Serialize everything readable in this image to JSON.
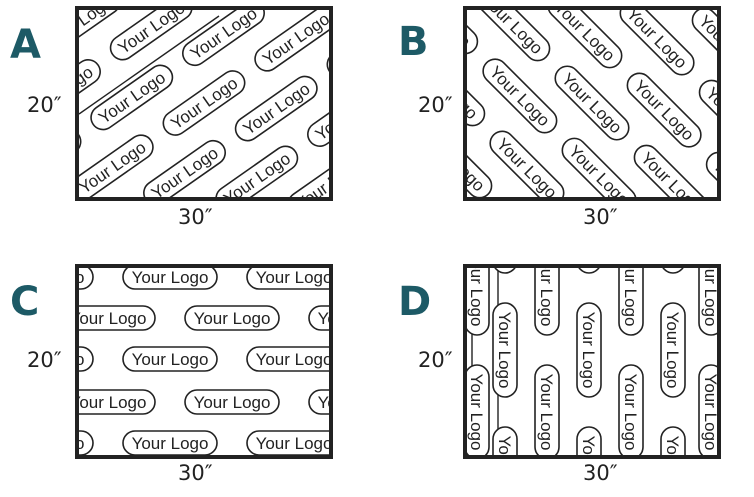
{
  "accent_color": "#1d5a66",
  "logo_text": "Your Logo",
  "panels": [
    {
      "letter": "A",
      "width": "30″",
      "height": "20″",
      "orientation": "diagonal-up"
    },
    {
      "letter": "B",
      "width": "30″",
      "height": "20″",
      "orientation": "diagonal-down"
    },
    {
      "letter": "C",
      "width": "30″",
      "height": "20″",
      "orientation": "horizontal"
    },
    {
      "letter": "D",
      "width": "30″",
      "height": "20″",
      "orientation": "vertical"
    }
  ]
}
